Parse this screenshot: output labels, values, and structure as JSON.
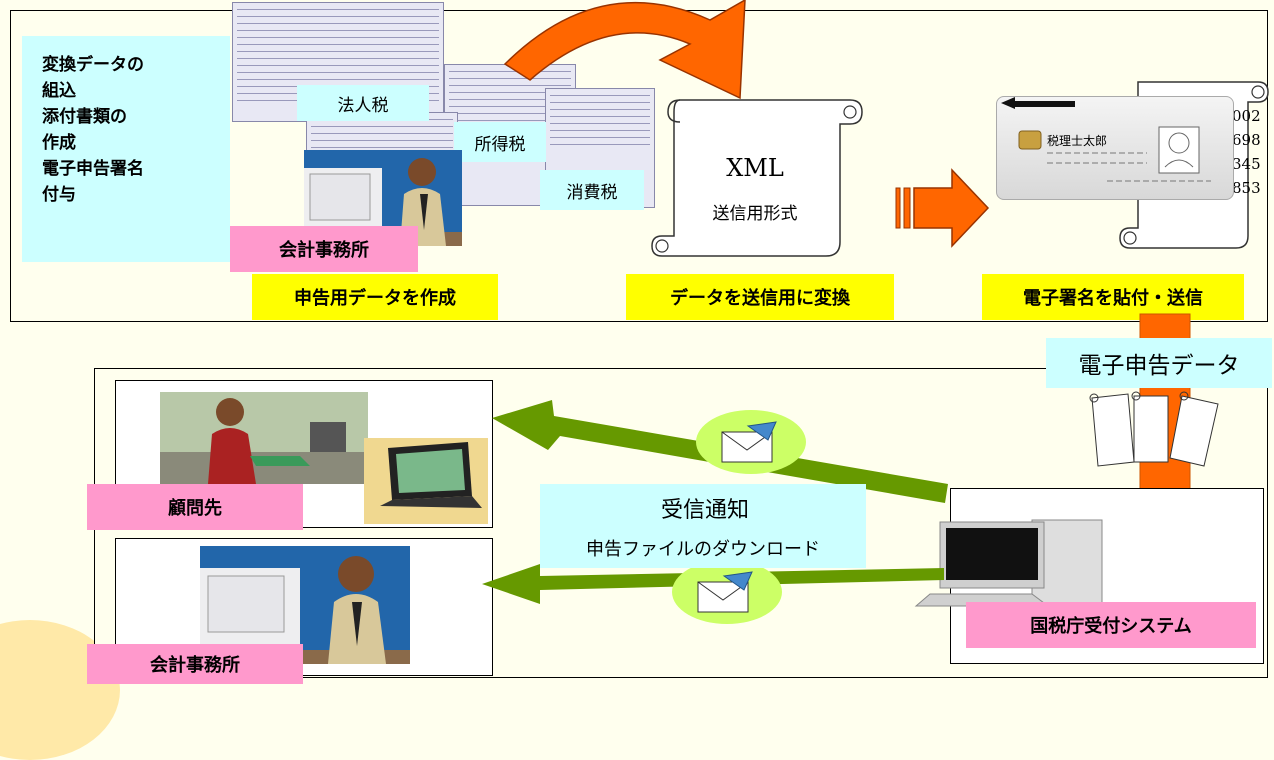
{
  "top_panel": {
    "steps_text_lines": [
      "変換データの",
      "組込",
      "添付書類の",
      "作成",
      "電子申告署名",
      "付与"
    ],
    "tax_labels": [
      "法人税",
      "所得税",
      "消費税"
    ],
    "office_label": "会計事務所",
    "step1_label": "申告用データを作成",
    "xml_title": "XML",
    "xml_subtitle": "送信用形式",
    "step2_label": "データを送信用に変換",
    "card_name": "税理士太郎",
    "card_numbers": [
      "002",
      "698",
      "345",
      "853"
    ],
    "step3_label": "電子署名を貼付・送信"
  },
  "flow": {
    "e_filing_data_label": "電子申告データ"
  },
  "bottom_panel": {
    "client_label": "顧問先",
    "office_label": "会計事務所",
    "notice_title": "受信通知",
    "notice_subtitle": "申告ファイルのダウンロード",
    "system_label": "国税庁受付システム"
  },
  "colors": {
    "panel_bg": "#ffffee",
    "label_yellow": "#ffff00",
    "label_pink": "#ff99cc",
    "label_cyan": "#ccffff",
    "arrow_orange": "#ff6600",
    "arrow_green": "#669900"
  }
}
